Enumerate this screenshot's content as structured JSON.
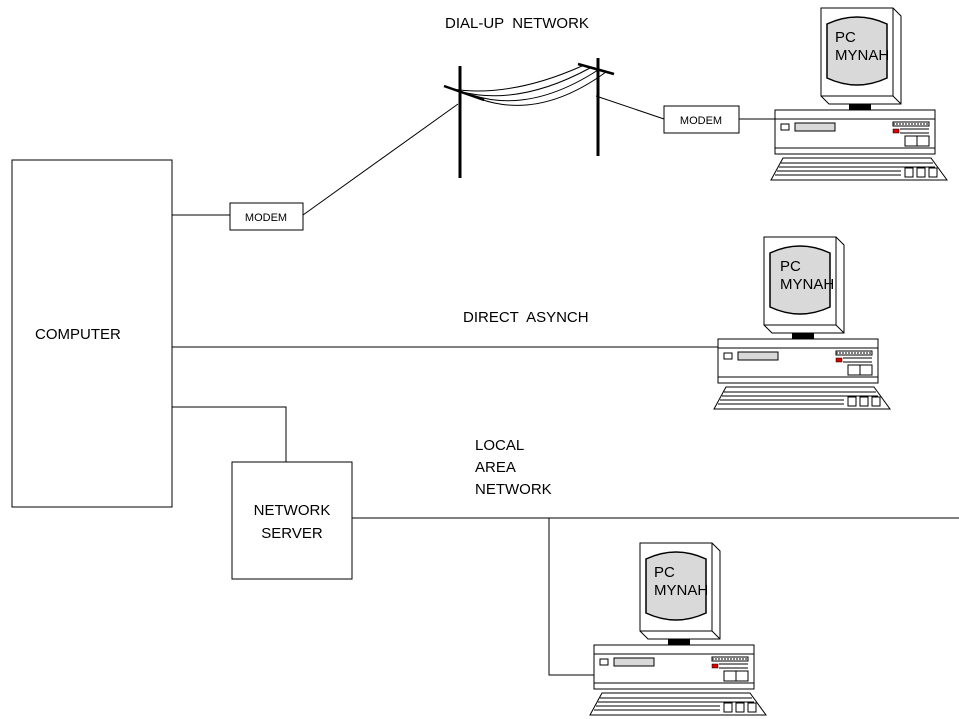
{
  "labels": {
    "dialup_network": "DIAL-UP  NETWORK",
    "direct_asynch": "DIRECT  ASYNCH",
    "lan_line1": "LOCAL",
    "lan_line2": "AREA",
    "lan_line3": "NETWORK",
    "computer": "COMPUTER",
    "server_line1": "NETWORK",
    "server_line2": "SERVER",
    "modem_left": "MODEM",
    "modem_right": "MODEM"
  },
  "pcs": [
    {
      "line1": "PC",
      "line2": "MYNAH"
    },
    {
      "line1": "PC",
      "line2": "MYNAH"
    },
    {
      "line1": "PC",
      "line2": "MYNAH"
    }
  ]
}
